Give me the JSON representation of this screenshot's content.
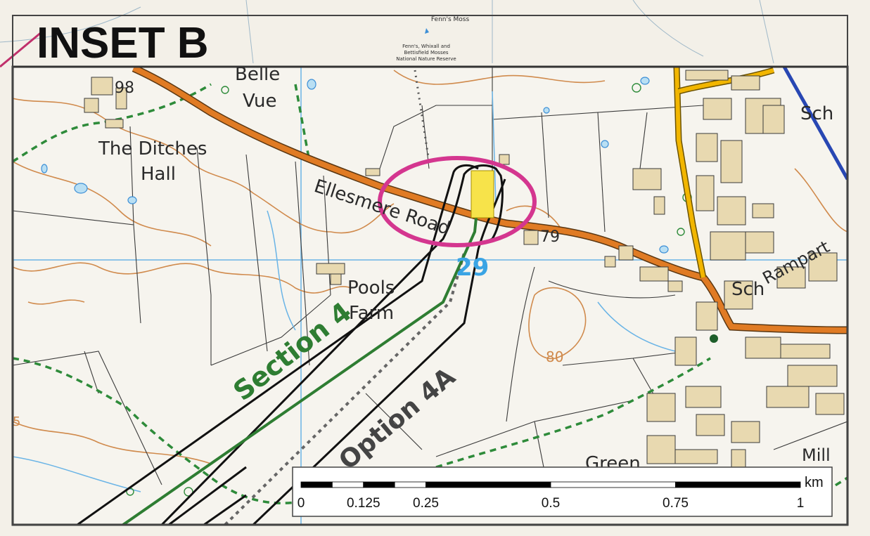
{
  "inset_title": "INSET B",
  "labels": {
    "fenns_moss": "Fenn's Moss",
    "nature_reserve_1": "Fenn's, Whixall and",
    "nature_reserve_2": "Bettisfield Mosses",
    "nature_reserve_3": "National Nature Reserve",
    "spot_98": "98",
    "belle": "Belle",
    "vue": "Vue",
    "the_ditches": "The Ditches",
    "hall": "Hall",
    "ellesmere_road": "Ellesmere Road",
    "spot_79": "79",
    "grid_29": "29",
    "pools": "Pools",
    "farm": "Farm",
    "section_4": "Section 4",
    "option_4a": "Option 4A",
    "sch_top": "Sch",
    "sch_mid": "Sch",
    "rampart": "Rampart",
    "contour_80": "80",
    "contour_5": "5",
    "green": "Green",
    "mill": "Mill"
  },
  "scale_bar": {
    "unit": "km",
    "ticks": [
      "0",
      "0.125",
      "0.25",
      "0.5",
      "0.75",
      "1"
    ]
  },
  "colors": {
    "road_a": "#e07b24",
    "road_b": "#f2b600",
    "section4": "#2e7d32",
    "option4a": "#111111",
    "focus_ring": "#d4368f",
    "highlight": "#f7e34a",
    "grid": "#6ab4e6",
    "contour": "#d08a4c",
    "footpath": "#2e8b3a",
    "boundary_blue": "#2847b3"
  }
}
